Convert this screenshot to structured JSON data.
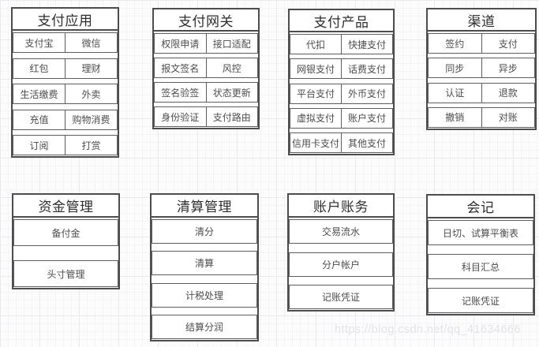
{
  "colors": {
    "panel_border": "#4d4d4d",
    "row_border": "#5f5f5f",
    "header_text": "#2d2d2d",
    "cell_text": "#4d4d4d",
    "panel_background": "#ffffff",
    "grid_minor": "#f3f4f6",
    "grid_major": "#e8eaed",
    "watermark_text": "#e4e4e8"
  },
  "watermark": {
    "text": "https://blog.csdn.net/qq_41634666"
  },
  "panels": [
    {
      "id": "payment-apps",
      "title": "支付应用",
      "rows": [
        [
          "支付宝",
          "微信"
        ],
        [
          "红包",
          "理财"
        ],
        [
          "生活缴费",
          "外卖"
        ],
        [
          "充值",
          "购物消费"
        ],
        [
          "订阅",
          "打赏"
        ]
      ]
    },
    {
      "id": "payment-gateway",
      "title": "支付网关",
      "rows": [
        [
          "权限申请",
          "接口适配"
        ],
        [
          "报文签名",
          "风控"
        ],
        [
          "签名验签",
          "状态更新"
        ],
        [
          "身份验证",
          "支付路由"
        ]
      ]
    },
    {
      "id": "payment-products",
      "title": "支付产品",
      "rows": [
        [
          "代扣",
          "快捷支付"
        ],
        [
          "网银支付",
          "话费支付"
        ],
        [
          "平台支付",
          "外币支付"
        ],
        [
          "虚拟支付",
          "账户支付"
        ],
        [
          "信用卡支付",
          "其他支付"
        ]
      ]
    },
    {
      "id": "channels",
      "title": "渠道",
      "rows": [
        [
          "签约",
          "支付"
        ],
        [
          "同步",
          "异步"
        ],
        [
          "认证",
          "退款"
        ],
        [
          "撤销",
          "对账"
        ]
      ]
    },
    {
      "id": "fund-management",
      "title": "资金管理",
      "rows": [
        [
          "备付金"
        ],
        [
          "头寸管理"
        ]
      ]
    },
    {
      "id": "clearing-management",
      "title": "清算管理",
      "rows": [
        [
          "清分"
        ],
        [
          "清算"
        ],
        [
          "计税处理"
        ],
        [
          "结算分润"
        ]
      ]
    },
    {
      "id": "account-ledger",
      "title": "账户账务",
      "rows": [
        [
          "交易流水"
        ],
        [
          "分户帐户"
        ],
        [
          "记账凭证"
        ]
      ]
    },
    {
      "id": "accounting",
      "title": "会记",
      "rows": [
        [
          "日切、试算平衡表"
        ],
        [
          "科目汇总"
        ],
        [
          "记账凭证"
        ]
      ]
    }
  ]
}
